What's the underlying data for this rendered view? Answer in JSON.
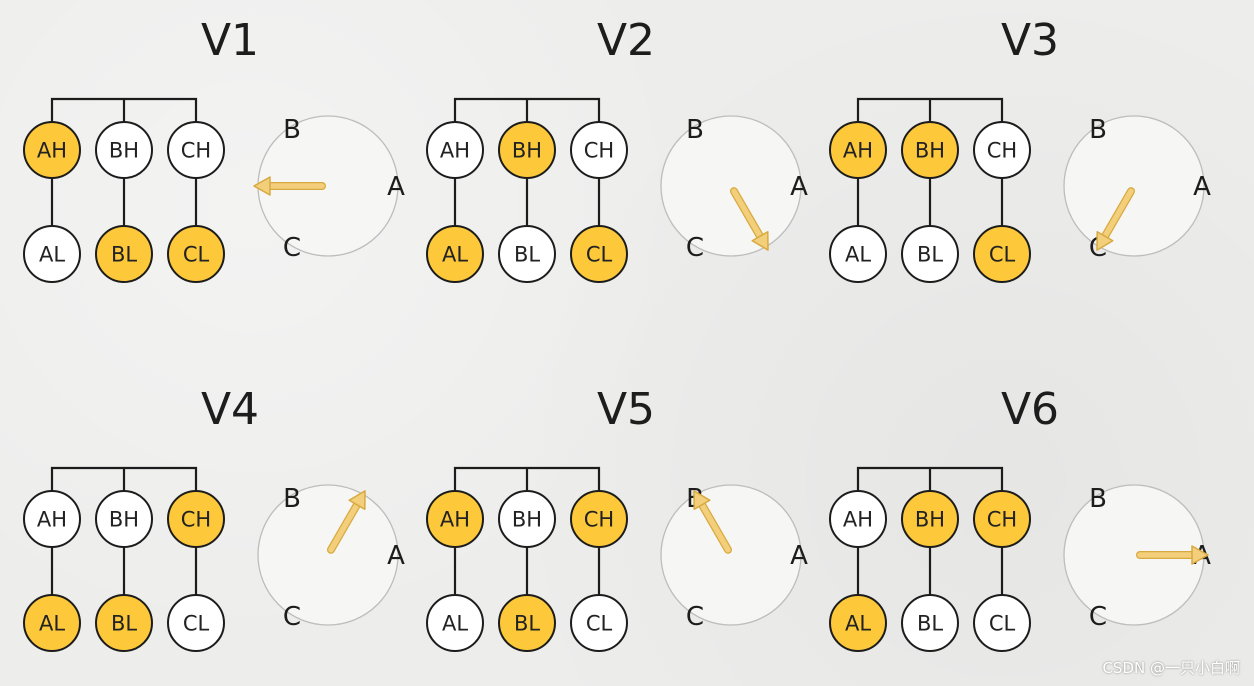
{
  "colors": {
    "on": "#fdc93a",
    "off": "#ffffff",
    "arrow": "#f3cf7b",
    "arrow_edge": "#d8a940"
  },
  "watermark": "CSDN @一只小白啊",
  "phase_labels": {
    "A": "A",
    "B": "B",
    "C": "C"
  },
  "panels": [
    {
      "title": "V1",
      "high": [
        "AH",
        "BH",
        "CH"
      ],
      "low": [
        "AL",
        "BL",
        "CL"
      ],
      "high_on": [
        true,
        false,
        false
      ],
      "low_on": [
        false,
        true,
        true
      ],
      "vector_angle_deg": 180
    },
    {
      "title": "V2",
      "high": [
        "AH",
        "BH",
        "CH"
      ],
      "low": [
        "AL",
        "BL",
        "CL"
      ],
      "high_on": [
        false,
        true,
        false
      ],
      "low_on": [
        true,
        false,
        true
      ],
      "vector_angle_deg": 300
    },
    {
      "title": "V3",
      "high": [
        "AH",
        "BH",
        "CH"
      ],
      "low": [
        "AL",
        "BL",
        "CL"
      ],
      "high_on": [
        true,
        true,
        false
      ],
      "low_on": [
        false,
        false,
        true
      ],
      "vector_angle_deg": 240
    },
    {
      "title": "V4",
      "high": [
        "AH",
        "BH",
        "CH"
      ],
      "low": [
        "AL",
        "BL",
        "CL"
      ],
      "high_on": [
        false,
        false,
        true
      ],
      "low_on": [
        true,
        true,
        false
      ],
      "vector_angle_deg": 60
    },
    {
      "title": "V5",
      "high": [
        "AH",
        "BH",
        "CH"
      ],
      "low": [
        "AL",
        "BL",
        "CL"
      ],
      "high_on": [
        true,
        false,
        true
      ],
      "low_on": [
        false,
        true,
        false
      ],
      "vector_angle_deg": 120
    },
    {
      "title": "V6",
      "high": [
        "AH",
        "BH",
        "CH"
      ],
      "low": [
        "AL",
        "BL",
        "CL"
      ],
      "high_on": [
        false,
        true,
        true
      ],
      "low_on": [
        true,
        false,
        false
      ],
      "vector_angle_deg": 0
    }
  ]
}
